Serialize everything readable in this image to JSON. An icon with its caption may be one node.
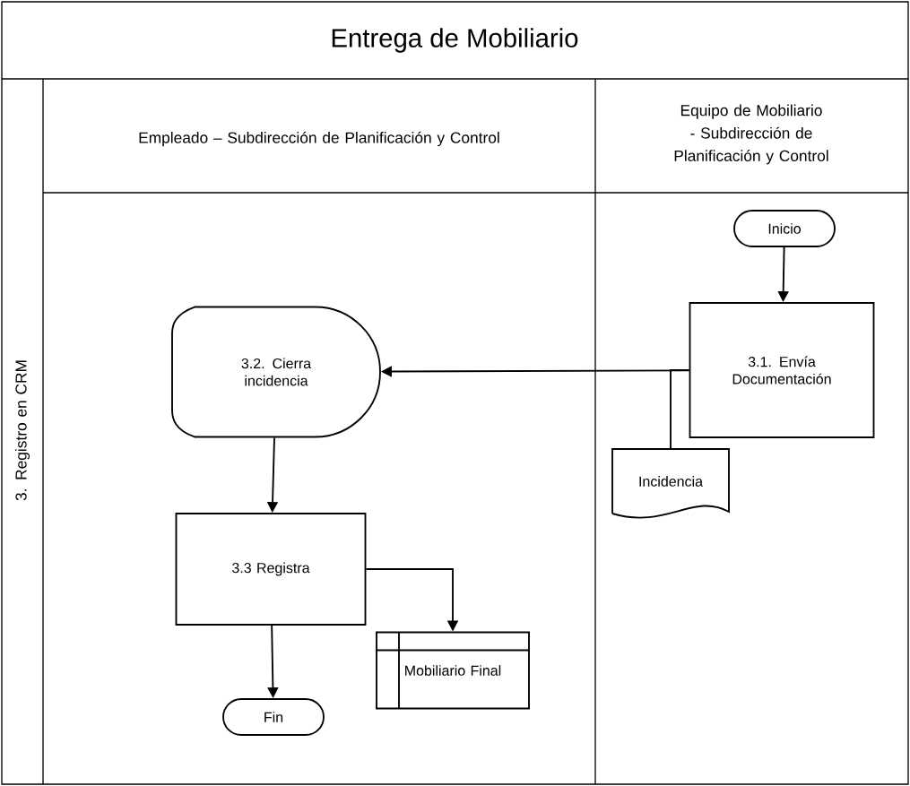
{
  "diagram": {
    "title": "Entrega de Mobiliario",
    "nodes": [
      {
        "text": [
          "Inicio"
        ]
      },
      {
        "text": [
          "3.1. Envía Documentación"
        ]
      },
      {
        "text": [
          "3.2. Cierra incidencia"
        ]
      },
      {
        "text": [
          "Incidencia"
        ]
      },
      {
        "text": [
          "3.3 Registra"
        ]
      },
      {
        "text": [
          "Mobiliario Final"
        ]
      },
      {
        "text": [
          "Fin"
        ]
      }
    ],
    "edges": [
      {
        "from": 0,
        "to": 1,
        "arrow": "to"
      },
      {
        "from": 1,
        "to": 2,
        "arrow": "to"
      },
      {
        "from": 1,
        "to": 3,
        "arrow": "none"
      },
      {
        "from": 2,
        "to": 4,
        "arrow": "to"
      },
      {
        "from": 4,
        "to": 5,
        "arrow": "to"
      },
      {
        "from": 4,
        "to": 6,
        "arrow": "to"
      }
    ],
    "labels": [
      "Empleado – Subdirección de Planificación y Control",
      "Equipo de Mobiliario - Subdirección de Planificación y Control",
      "3. Registro en CRM"
    ]
  }
}
